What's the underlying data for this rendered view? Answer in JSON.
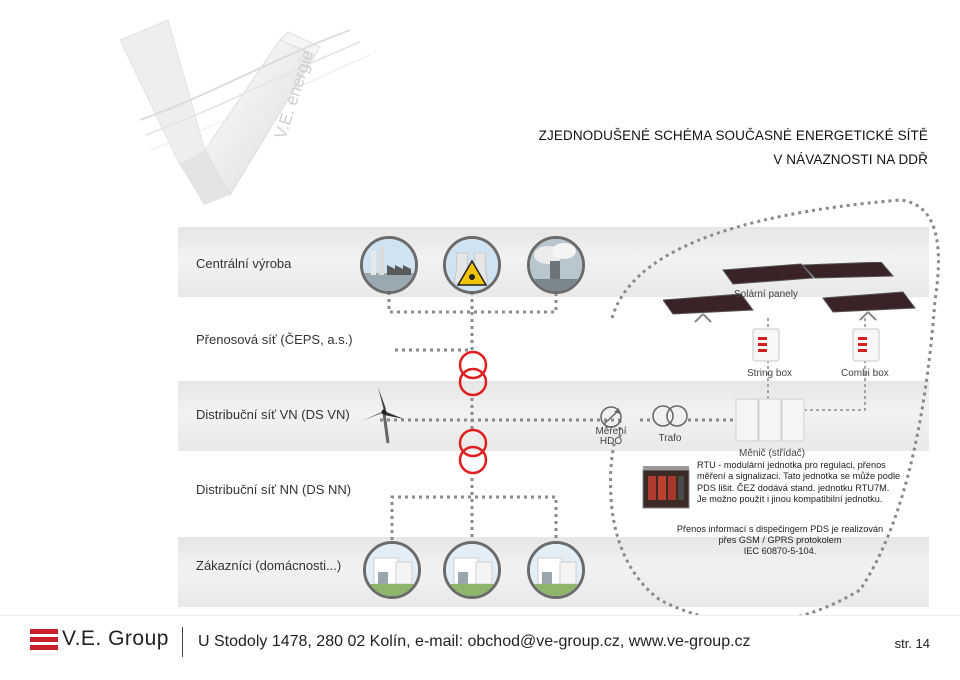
{
  "header": {
    "title_line1": "ZJEDNODUŠENÉ SCHÉMA SOUČASNÉ ENERGETICKÉ SÍTĚ",
    "title_line2": "V NÁVAZNOSTI NA DDŘ",
    "logo_text": "V.E. energie"
  },
  "rows": {
    "central": "Centrální výroba",
    "transmission": "Přenosová síť (ČEPS, a.s.)",
    "dist_vn": "Distribuční síť VN (DS VN)",
    "dist_nn": "Distribuční síť NN (DS NN)",
    "customers": "Zákazníci (domácnosti...)"
  },
  "labels": {
    "solar_panels": "Solární panely",
    "string_box": "String box",
    "combi_box": "Combi box",
    "inverter": "Měnič (střídač)",
    "metering_line1": "Měření",
    "metering_line2": "HDO",
    "transformer": "Trafo"
  },
  "notes": {
    "rtu_line1": "RTU - modulární jednotka pro regulaci, přenos",
    "rtu_line2": "měření a signalizaci. Tato jednotka se může podle",
    "rtu_line3": "PDS lišit. ČEZ dodává stand. jednotku RTU7M.",
    "rtu_line4": "Je možno použít i jinou kompatibilní jednotku.",
    "gsm_line1": "Přenos informací s dispečingem PDS je realizován",
    "gsm_line2": "přes GSM / GPRS protokolem",
    "gsm_line3": "IEC 60870-5-104."
  },
  "icons": {
    "plants": [
      "factory-icon",
      "nuclear-plant-icon",
      "power-plant-icon"
    ],
    "homes": [
      "house-icon",
      "house-icon",
      "house-icon"
    ],
    "accent_red": "#e02020"
  },
  "footer": {
    "brand": "V.E. Group",
    "address": "U Stodoly 1478, 280 02 Kolín, e-mail: obchod@ve-group.cz, www.ve-group.cz",
    "page": "str. 14"
  }
}
